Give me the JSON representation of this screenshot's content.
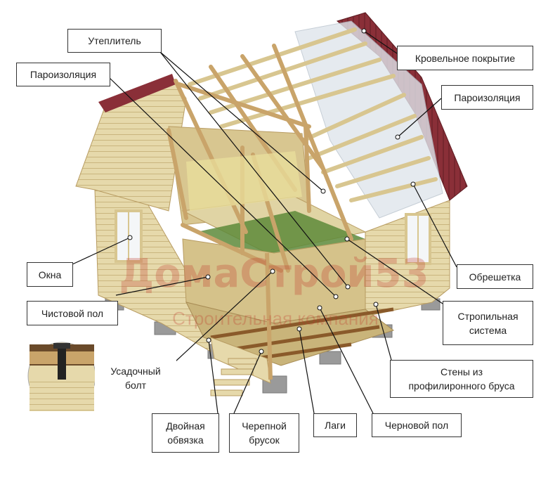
{
  "watermark": {
    "brand": "ДомаСтрой53",
    "tagline": "Строительная компания"
  },
  "labels": {
    "insulation": "Утеплитель",
    "vapor_barrier_left": "Пароизоляция",
    "roofing": "Кровельное покрытие",
    "vapor_barrier_right": "Пароизоляция",
    "windows": "Окна",
    "finish_floor": "Чистовой пол",
    "shrink_bolt": "Усадочный\nболт",
    "lathing": "Обрешетка",
    "rafter_system": "Стропильная\nсистема",
    "walls": "Стены из\nпрофилиронного бруса",
    "double_binding": "Двойная\nобвязка",
    "cranial_bar": "Черепной\nбрусок",
    "joists": "Лаги",
    "subfloor": "Черновой пол"
  },
  "colors": {
    "wood_light": "#e8dcb0",
    "wood_mid": "#d8c690",
    "wood_dark": "#b89c62",
    "roof": "#8a2f38",
    "foundation": "#9a9a9a",
    "watermark": "#c0392b"
  }
}
